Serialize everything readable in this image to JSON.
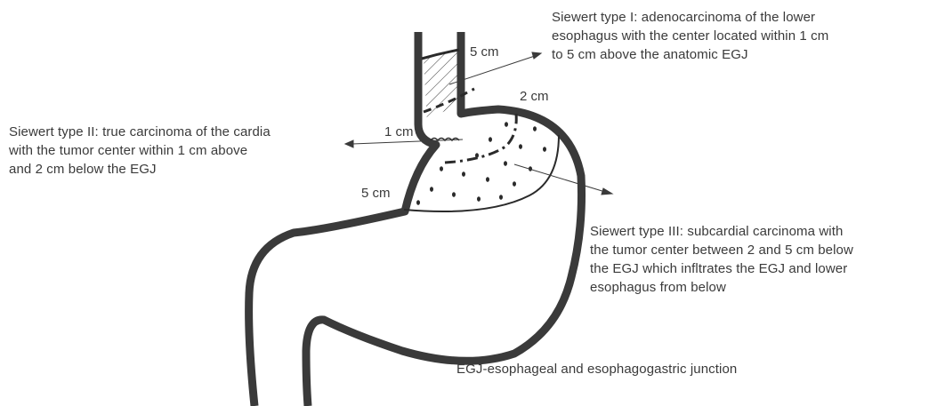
{
  "captions": {
    "type1": "Siewert type I: adenocarcinoma of the lower\nesophagus with the center located within 1 cm\nto 5 cm above the anatomic EGJ",
    "type2": "Siewert type II: true carcinoma of the cardia\nwith the tumor center within 1 cm above\nand 2 cm below the EGJ",
    "type3": "Siewert type III: subcardial carcinoma with\nthe tumor center between 2 and 5 cm below\nthe EGJ which infltrates the EGJ and lower\nesophagus from below",
    "footnote": "EGJ-esophageal and esophagogastric junction"
  },
  "distances": {
    "above_5cm": "5 cm",
    "below_2cm": "2 cm",
    "above_1cm": "1 cm",
    "below_5cm": "5 cm"
  },
  "colors": {
    "outline": "#3a3a3a",
    "text": "#3a3a3a",
    "background": "#ffffff"
  }
}
